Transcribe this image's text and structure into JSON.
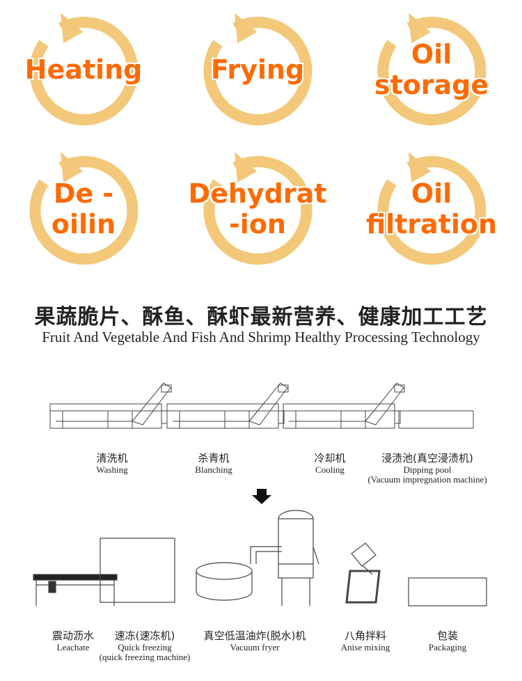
{
  "colors": {
    "ring": "#f3c87a",
    "label": "#ff6a00"
  },
  "cycles": [
    {
      "lines": [
        "Heating"
      ]
    },
    {
      "lines": [
        "Frying"
      ]
    },
    {
      "lines": [
        "Oil",
        "storage"
      ]
    },
    {
      "lines": [
        "De -",
        "oilin"
      ]
    },
    {
      "lines": [
        "Dehydrat",
        "-ion"
      ]
    },
    {
      "lines": [
        "Oil",
        "filtration"
      ]
    }
  ],
  "title": {
    "cn": "果蔬脆片、酥鱼、酥虾最新营养、健康加工工艺",
    "en": "Fruit And Vegetable And Fish And Shrimp Healthy Processing Technology"
  },
  "row1": [
    {
      "cn": "清洗机",
      "en": "Washing"
    },
    {
      "cn": "杀青机",
      "en": "Blanching"
    },
    {
      "cn": "冷却机",
      "en": "Cooling"
    },
    {
      "cn": "浸渍池(真空浸渍机)",
      "en": "Dipping pool",
      "en2": "(Vacuum impregnation machine)"
    }
  ],
  "row2": [
    {
      "cn": "震动沥水",
      "en": "Leachate"
    },
    {
      "cn": "速冻(速冻机)",
      "en": "Quick freezing",
      "en2": "(quick freezing machine)"
    },
    {
      "cn": "真空低温油炸(脱水)机",
      "en": "Vacuum fryer"
    },
    {
      "cn": "八角拌料",
      "en": "Anise mixing"
    },
    {
      "cn": "包装",
      "en": "Packaging"
    }
  ]
}
